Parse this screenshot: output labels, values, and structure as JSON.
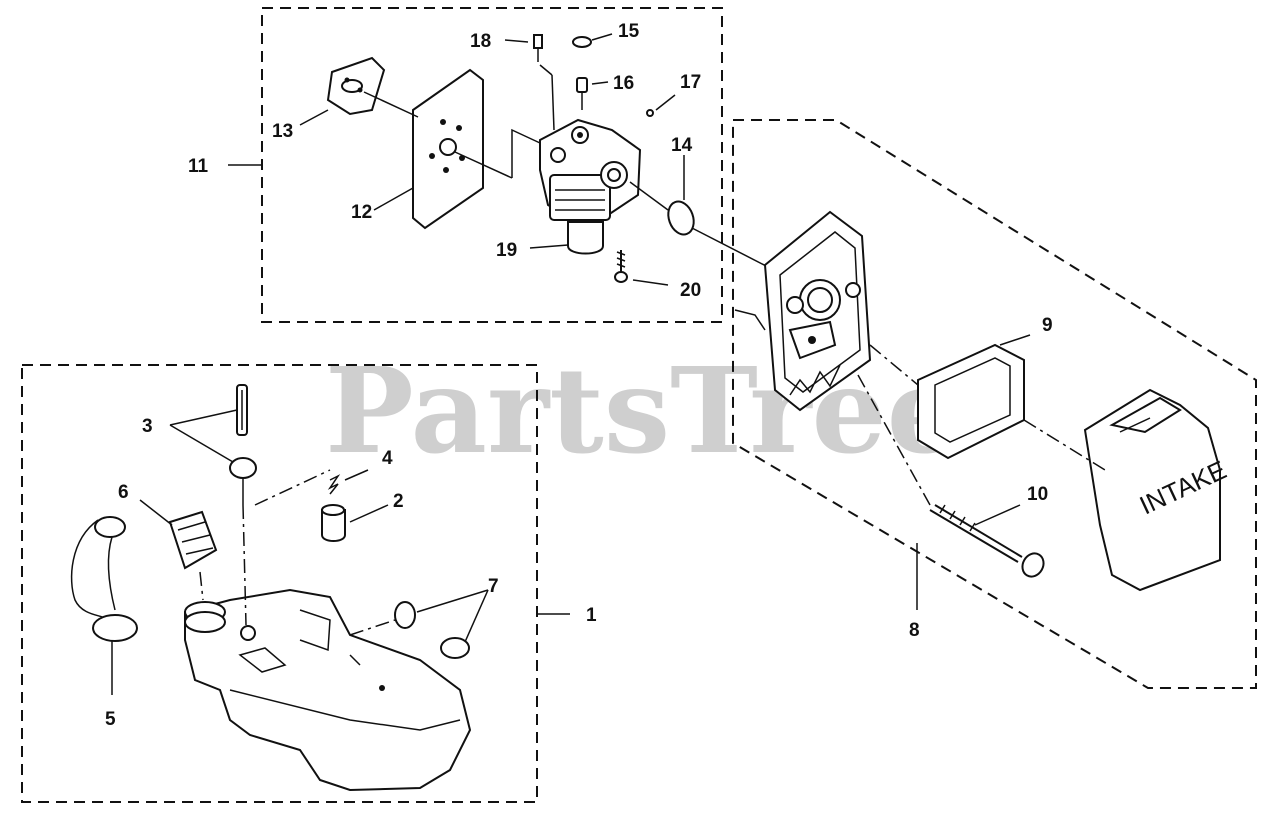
{
  "watermark": "PartsTree",
  "intake_text": "INTAKE",
  "callouts": {
    "c1": "1",
    "c2": "2",
    "c3": "3",
    "c4": "4",
    "c5": "5",
    "c6": "6",
    "c7": "7",
    "c8": "8",
    "c9": "9",
    "c10": "10",
    "c11": "11",
    "c12": "12",
    "c13": "13",
    "c14": "14",
    "c15": "15",
    "c16": "16",
    "c17": "17",
    "c18": "18",
    "c19": "19",
    "c20": "20"
  }
}
